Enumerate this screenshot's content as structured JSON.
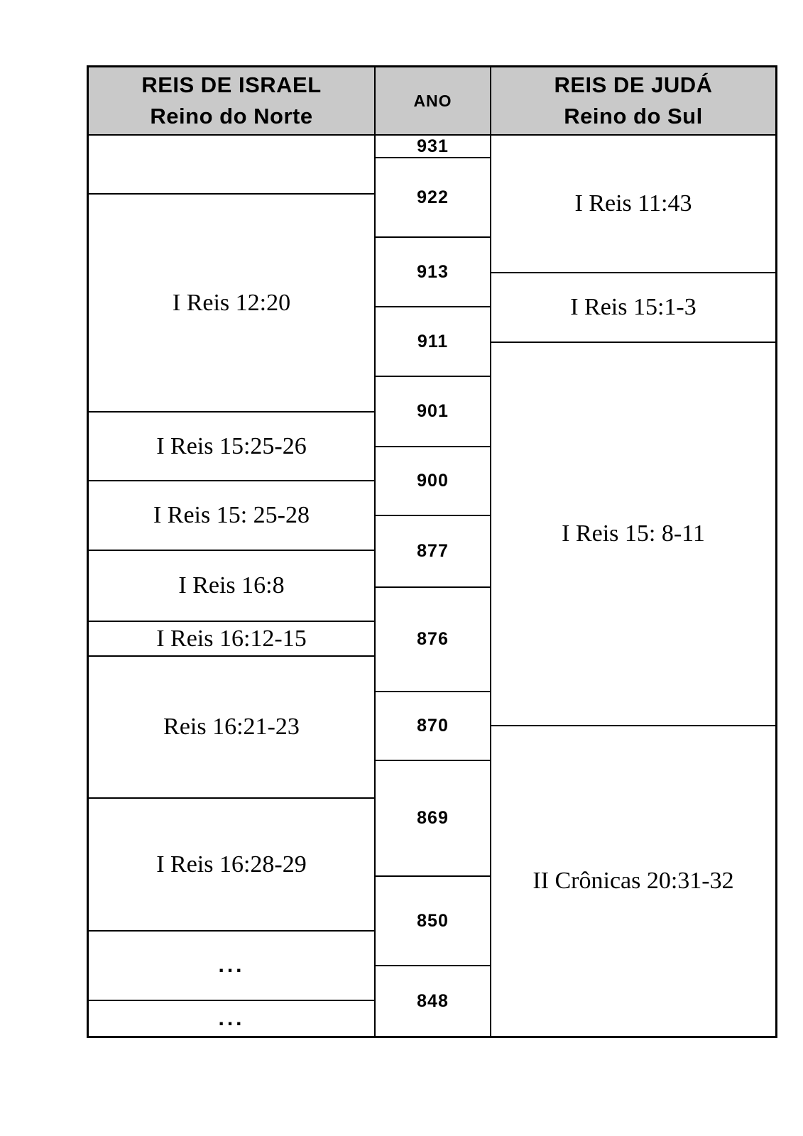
{
  "page": {
    "background": "#ffffff"
  },
  "table": {
    "border_color": "#000000",
    "header_bg": "#c9c9c9",
    "text_color": "#000000",
    "israel": {
      "title": "REIS DE ISRAEL",
      "subtitle": "Reino do Norte",
      "rows": [
        "",
        "I Reis 12:20",
        "I Reis 15:25-26",
        "I Reis 15: 25-28",
        "I Reis 16:8",
        "I Reis 16:12-15",
        "Reis 16:21-23",
        "I Reis 16:28-29",
        "...",
        "..."
      ]
    },
    "ano": {
      "title": "ANO",
      "rows": [
        "931",
        "922",
        "913",
        "911",
        "901",
        "900",
        "877",
        "876",
        "870",
        "869",
        "850",
        "848"
      ]
    },
    "juda": {
      "title": "REIS DE JUDÁ",
      "subtitle": "Reino do Sul",
      "rows": [
        "I Reis 11:43",
        "I Reis 15:1-3",
        "I Reis 15: 8-11",
        "II Crônicas 20:31-32"
      ]
    }
  }
}
